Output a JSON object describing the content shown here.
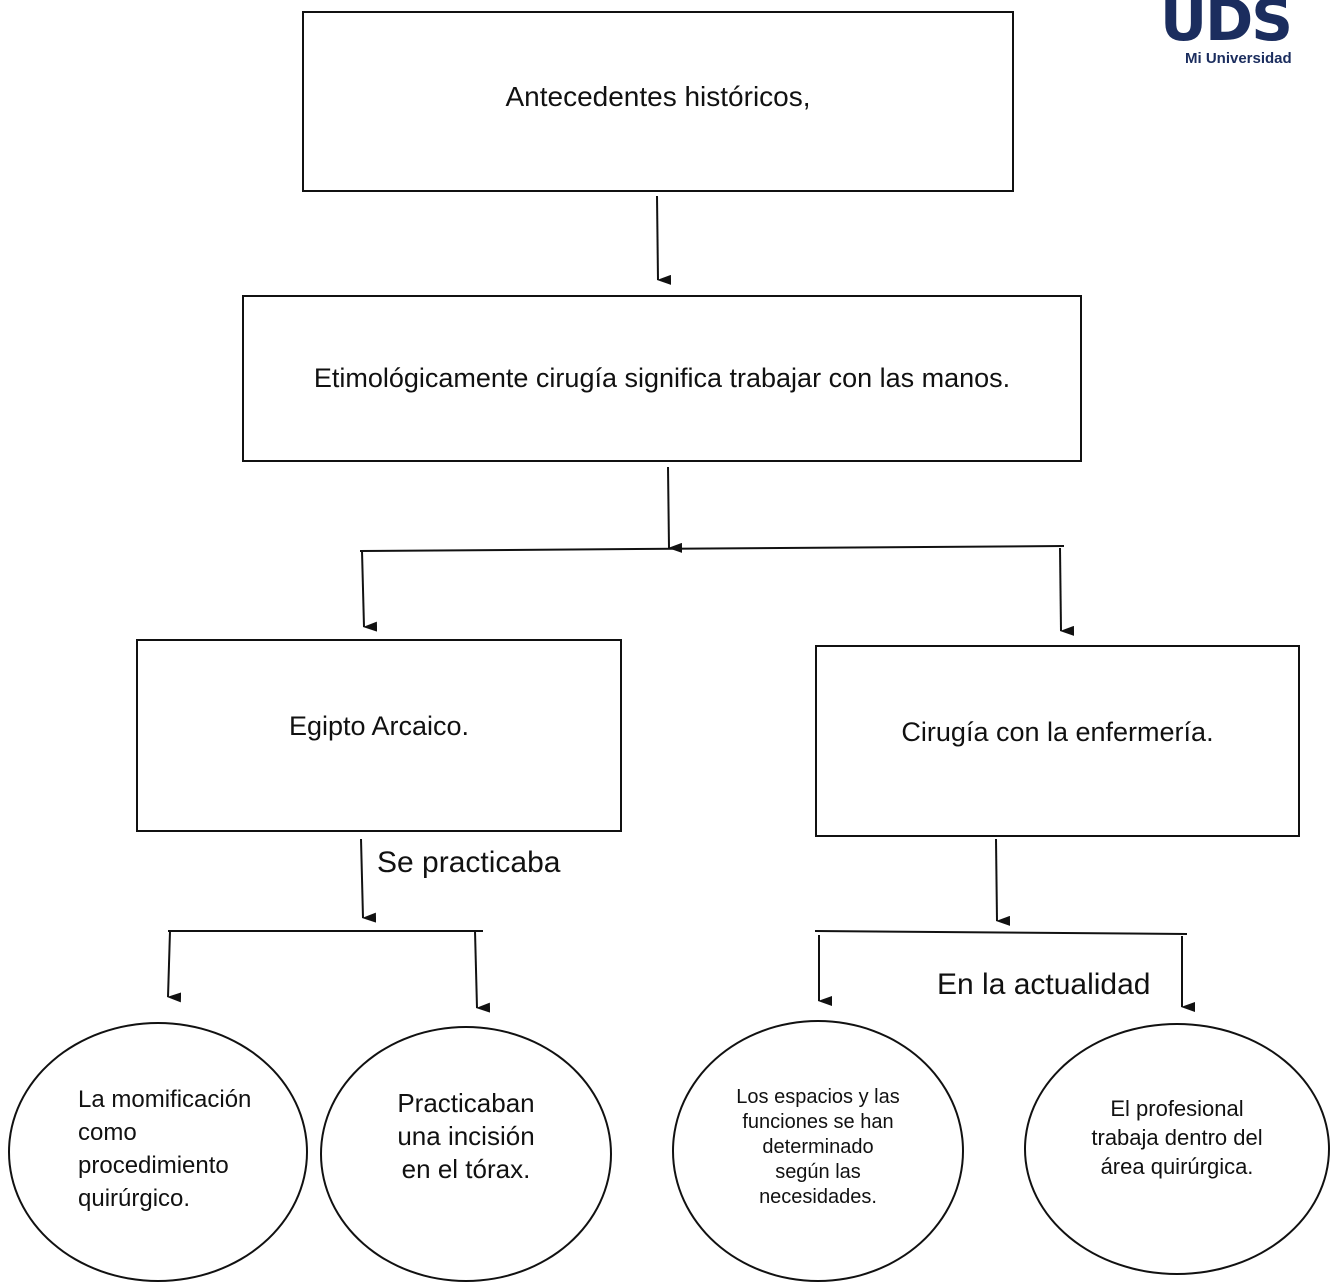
{
  "logo": {
    "brand": "UDS",
    "tagline": "Mi Universidad",
    "color": "#1b2d5e"
  },
  "nodes": {
    "root": "Antecedentes históricos,",
    "definition": "Etimológicamente cirugía significa trabajar con las manos.",
    "egypt": "Egipto Arcaico.",
    "nursing": "Cirugía con la enfermería.",
    "mummification": "La momificación como procedimiento quirúrgico.",
    "incision": "Practicaban una incisión en el tórax.",
    "spaces": "Los espacios y las funciones se han determinado según las necesidades.",
    "professional": "El profesional trabaja dentro del área quirúrgica."
  },
  "labels": {
    "se_practicaba": "Se practicaba",
    "en_la_actualidad": "En la actualidad"
  }
}
